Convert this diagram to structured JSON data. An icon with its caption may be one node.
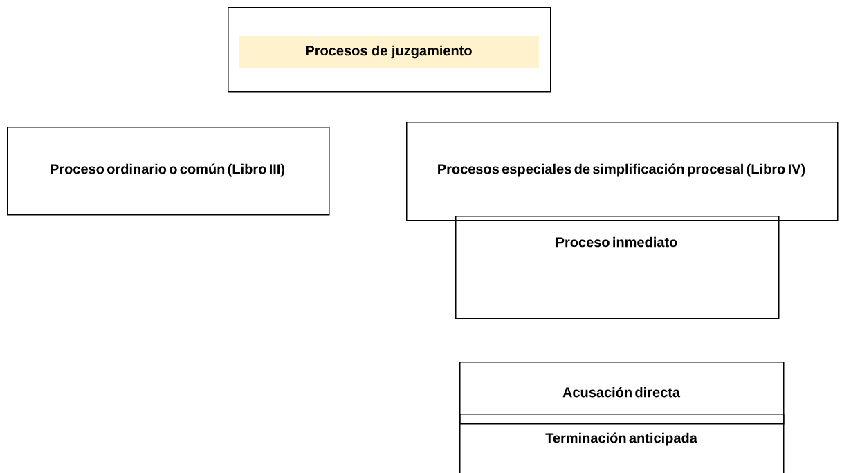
{
  "diagram": {
    "nodes": [
      {
        "text": [
          "Procesos de juzgamiento"
        ]
      },
      {
        "text": [
          "Proceso ordinario o común (Libro III)"
        ]
      },
      {
        "text": [
          "Procesos especiales de simplificación procesal (Libro IV)"
        ]
      },
      {
        "text": [
          "Proceso inmediato"
        ]
      },
      {
        "text": [
          "Acusación directa"
        ]
      },
      {
        "text": [
          "Terminación anticipada"
        ]
      }
    ]
  }
}
